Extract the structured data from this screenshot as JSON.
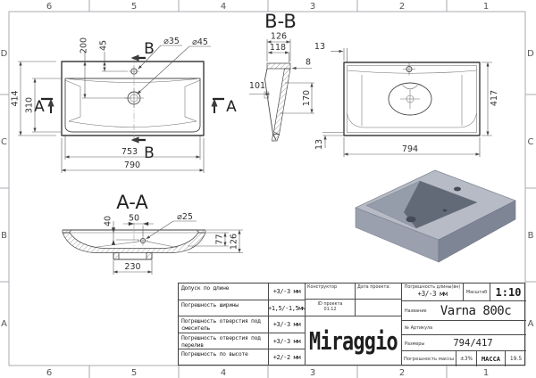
{
  "frame": {
    "top_cols": [
      "6",
      "5",
      "4",
      "3",
      "2",
      "1"
    ],
    "bottom_cols": [
      "6",
      "5",
      "4",
      "3",
      "2",
      "1"
    ],
    "left_rows": [
      "D",
      "C",
      "B",
      "A"
    ],
    "right_rows": [
      "D",
      "C",
      "B",
      "A"
    ]
  },
  "top_view": {
    "section_b_top": "B",
    "section_b_bottom": "B",
    "section_a_left": "A",
    "section_a_right": "A",
    "dim_200": "200",
    "dim_45": "45",
    "dia_35": "⌀35",
    "dia_45": "⌀45",
    "dim_414": "414",
    "dim_310": "310",
    "dim_753": "753",
    "dim_790": "790"
  },
  "section_bb": {
    "title": "B-B",
    "dim_126": "126",
    "dim_118": "118",
    "dim_8": "8",
    "dim_101": "101",
    "dim_170": "170",
    "dim_13_top": "13",
    "dim_13_bottom": "13",
    "dim_794": "794",
    "dim_417": "417"
  },
  "section_aa": {
    "title": "A-A",
    "dim_40": "40",
    "dim_50": "50",
    "dia_25": "⌀25",
    "dim_77": "77",
    "dim_126": "126",
    "dim_230": "230"
  },
  "title_block": {
    "tolerances": [
      {
        "label": "Допуск по длине",
        "value": "+3/-3 мм"
      },
      {
        "label": "Погрешность ширины",
        "value": "+1,5/-1,5мм"
      },
      {
        "label": "Погрешность отверстия под смеситель",
        "value": "+3/-3 мм"
      },
      {
        "label": "Погрешность отверстия под перелив",
        "value": "+3/-3 мм"
      },
      {
        "label": "Погрешность по высоте",
        "value": "+2/-2 мм"
      }
    ],
    "constructor_label": "Конструктор",
    "date_label": "Дата проекта:",
    "project_id_label": "ID проекта",
    "project_id_value": "01.12",
    "logo": "Miraggio",
    "length_tolerance_label": "Погрешность длины(вн)",
    "length_tolerance_value": "+3/-3 мм",
    "scale_label": "Масштаб",
    "scale_value": "1:10",
    "name_label": "Название",
    "name_value": "Varna 800c",
    "article_label": "№ Артикула",
    "article_value": "",
    "size_label": "Размеры",
    "size_value": "794/417",
    "mass_tolerance_label": "Погрешность массы",
    "mass_tolerance_value": "±3%",
    "mass_label": "МАССА",
    "mass_value": "19.5"
  },
  "colors": {
    "line": "#3c3c3c",
    "frame": "#a7abb0",
    "render_top": "#b7bbc5",
    "render_front": "#9aa0ad",
    "render_side": "#7e8594",
    "render_basin": "#626977",
    "render_hole": "#454c59"
  }
}
